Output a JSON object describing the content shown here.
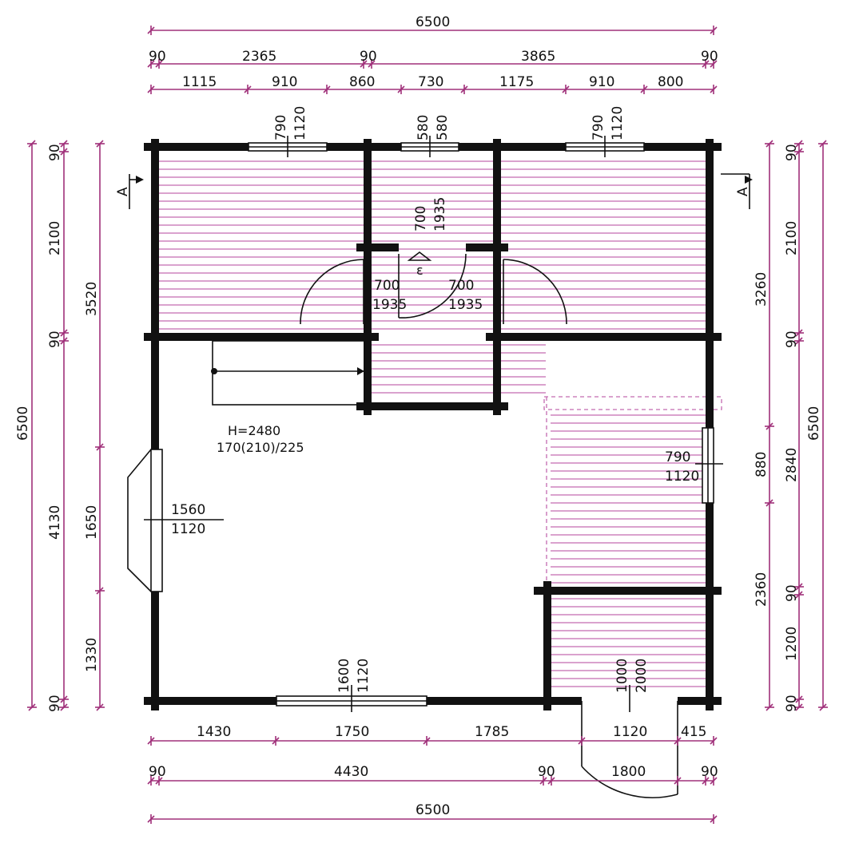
{
  "plan": {
    "colors": {
      "dimension": "#a0307a",
      "floor_hatch": "#c46ab0",
      "wall": "#111111",
      "text": "#111111"
    },
    "top_dims": {
      "total": "6500",
      "row2": [
        "90",
        "2365",
        "90",
        "3865",
        "90"
      ],
      "row3": [
        "1115",
        "910",
        "860",
        "730",
        "1175",
        "910",
        "800"
      ]
    },
    "bottom_dims": {
      "row1": [
        "1430",
        "1750",
        "1785",
        "1120",
        "415"
      ],
      "row2": [
        "90",
        "4430",
        "90",
        "1800",
        "90"
      ],
      "total": "6500"
    },
    "left_dims": {
      "total": "6500",
      "col2": [
        "90",
        "2100",
        "90",
        "4130",
        "90"
      ],
      "col3": [
        "3520",
        "1650",
        "1330"
      ]
    },
    "right_dims": {
      "total": "6500",
      "col2": [
        "90",
        "2100",
        "90",
        "2840",
        "90",
        "1200",
        "90"
      ],
      "col3": [
        "3260",
        "880",
        "2360"
      ]
    },
    "openings": {
      "top_window_left": [
        "790",
        "1120"
      ],
      "top_window_mid": [
        "580",
        "580"
      ],
      "top_window_right": [
        "790",
        "1120"
      ],
      "hatch": [
        "700",
        "1935"
      ],
      "door_left": [
        "700",
        "1935"
      ],
      "door_right": [
        "700",
        "1935"
      ],
      "right_window": [
        "790",
        "1120"
      ],
      "left_window": [
        "1560",
        "1120"
      ],
      "bottom_window": [
        "1600",
        "1120"
      ],
      "entrance_door": [
        "1000",
        "2000"
      ]
    },
    "stair_note": {
      "line1": "H=2480",
      "line2": "170(210)/225"
    },
    "section_mark": "A",
    "up_mark": "ε"
  }
}
